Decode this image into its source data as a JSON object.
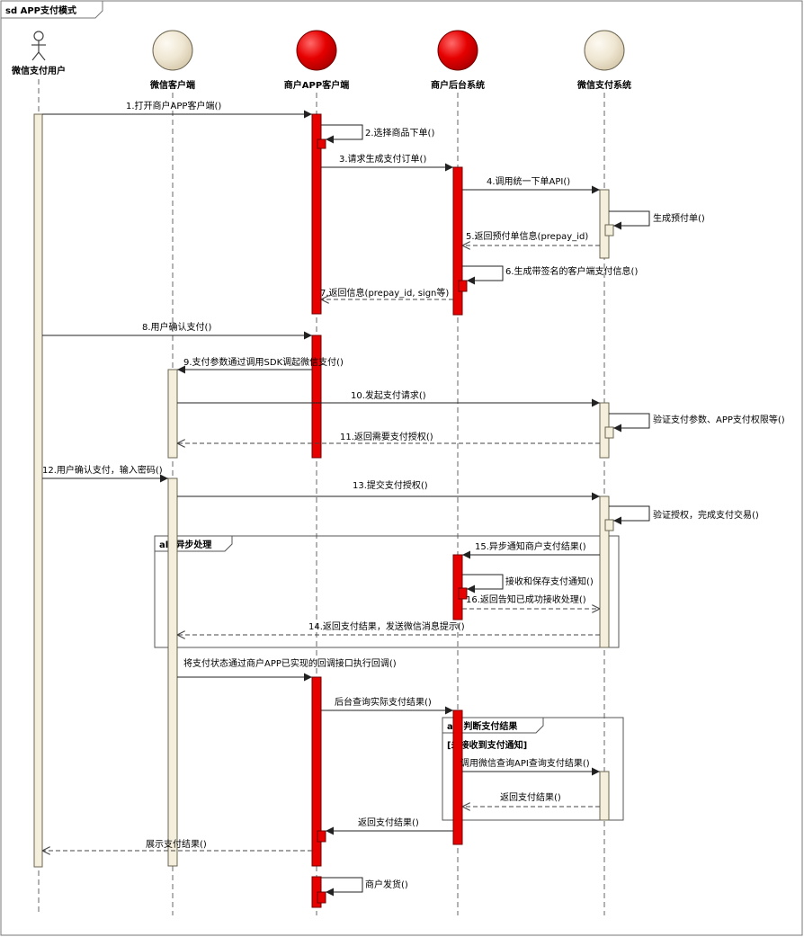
{
  "frame_title": "sd APP支付模式",
  "colors": {
    "participant_red": "#e00000",
    "participant_beige": "#efe6d2",
    "activation_red": "#e60000",
    "activation_beige": "#f4eedc",
    "line": "#555555"
  },
  "participants": [
    {
      "id": "user",
      "name": "微信支付用户",
      "kind": "actor"
    },
    {
      "id": "wxclient",
      "name": "微信客户端",
      "kind": "boundary",
      "color": "beige"
    },
    {
      "id": "app",
      "name": "商户APP客户端",
      "kind": "boundary",
      "color": "red"
    },
    {
      "id": "backend",
      "name": "商户后台系统",
      "kind": "boundary",
      "color": "red"
    },
    {
      "id": "wxpay",
      "name": "微信支付系统",
      "kind": "boundary",
      "color": "beige"
    }
  ],
  "messages": [
    {
      "label": "1.打开商户APP客户端()",
      "from": "user",
      "to": "app",
      "type": "sync"
    },
    {
      "label": "2.选择商品下单()",
      "from": "app",
      "to": "app",
      "type": "self"
    },
    {
      "label": "3.请求生成支付订单()",
      "from": "app",
      "to": "backend",
      "type": "sync"
    },
    {
      "label": "4.调用统一下单API()",
      "from": "backend",
      "to": "wxpay",
      "type": "sync"
    },
    {
      "label": "生成预付单()",
      "from": "wxpay",
      "to": "wxpay",
      "type": "self"
    },
    {
      "label": "5.返回预付单信息(prepay_id)",
      "from": "wxpay",
      "to": "backend",
      "type": "return"
    },
    {
      "label": "6.生成带签名的客户端支付信息()",
      "from": "backend",
      "to": "backend",
      "type": "self"
    },
    {
      "label": "7.返回信息(prepay_id, sign等)",
      "from": "backend",
      "to": "app",
      "type": "return"
    },
    {
      "label": "8.用户确认支付()",
      "from": "user",
      "to": "app",
      "type": "sync"
    },
    {
      "label": "9.支付参数通过调用SDK调起微信支付()",
      "from": "app",
      "to": "wxclient",
      "type": "sync"
    },
    {
      "label": "10.发起支付请求()",
      "from": "wxclient",
      "to": "wxpay",
      "type": "sync"
    },
    {
      "label": "验证支付参数、APP支付权限等()",
      "from": "wxpay",
      "to": "wxpay",
      "type": "self"
    },
    {
      "label": "11.返回需要支付授权()",
      "from": "wxpay",
      "to": "wxclient",
      "type": "return"
    },
    {
      "label": "12.用户确认支付，输入密码()",
      "from": "user",
      "to": "wxclient",
      "type": "sync"
    },
    {
      "label": "13.提交支付授权()",
      "from": "wxclient",
      "to": "wxpay",
      "type": "sync"
    },
    {
      "label": "验证授权，完成支付交易()",
      "from": "wxpay",
      "to": "wxpay",
      "type": "self"
    },
    {
      "label": "15.异步通知商户支付结果()",
      "from": "wxpay",
      "to": "backend",
      "type": "sync"
    },
    {
      "label": "接收和保存支付通知()",
      "from": "backend",
      "to": "backend",
      "type": "self"
    },
    {
      "label": "16.返回告知已成功接收处理()",
      "from": "backend",
      "to": "wxpay",
      "type": "return"
    },
    {
      "label": "14.返回支付结果，发送微信消息提示()",
      "from": "wxpay",
      "to": "wxclient",
      "type": "return"
    },
    {
      "label": "将支付状态通过商户APP已实现的回调接口执行回调()",
      "from": "wxclient",
      "to": "app",
      "type": "sync"
    },
    {
      "label": "后台查询实际支付结果()",
      "from": "app",
      "to": "backend",
      "type": "sync"
    },
    {
      "label": "调用微信查询API查询支付结果()",
      "from": "backend",
      "to": "wxpay",
      "type": "sync"
    },
    {
      "label": "返回支付结果()",
      "from": "wxpay",
      "to": "backend",
      "type": "return"
    },
    {
      "label": "返回支付结果()",
      "from": "backend",
      "to": "app",
      "type": "sync"
    },
    {
      "label": "展示支付结果()",
      "from": "app",
      "to": "user",
      "type": "return"
    },
    {
      "label": "商户发货()",
      "from": "app",
      "to": "app",
      "type": "self"
    }
  ],
  "fragments": [
    {
      "operator": "alt",
      "title": "异步处理",
      "label": "alt 异步处理",
      "guard": ""
    },
    {
      "operator": "alt",
      "title": "判断支付结果",
      "label": "alt 判断支付结果",
      "guard": "[未接收到支付通知]"
    }
  ]
}
